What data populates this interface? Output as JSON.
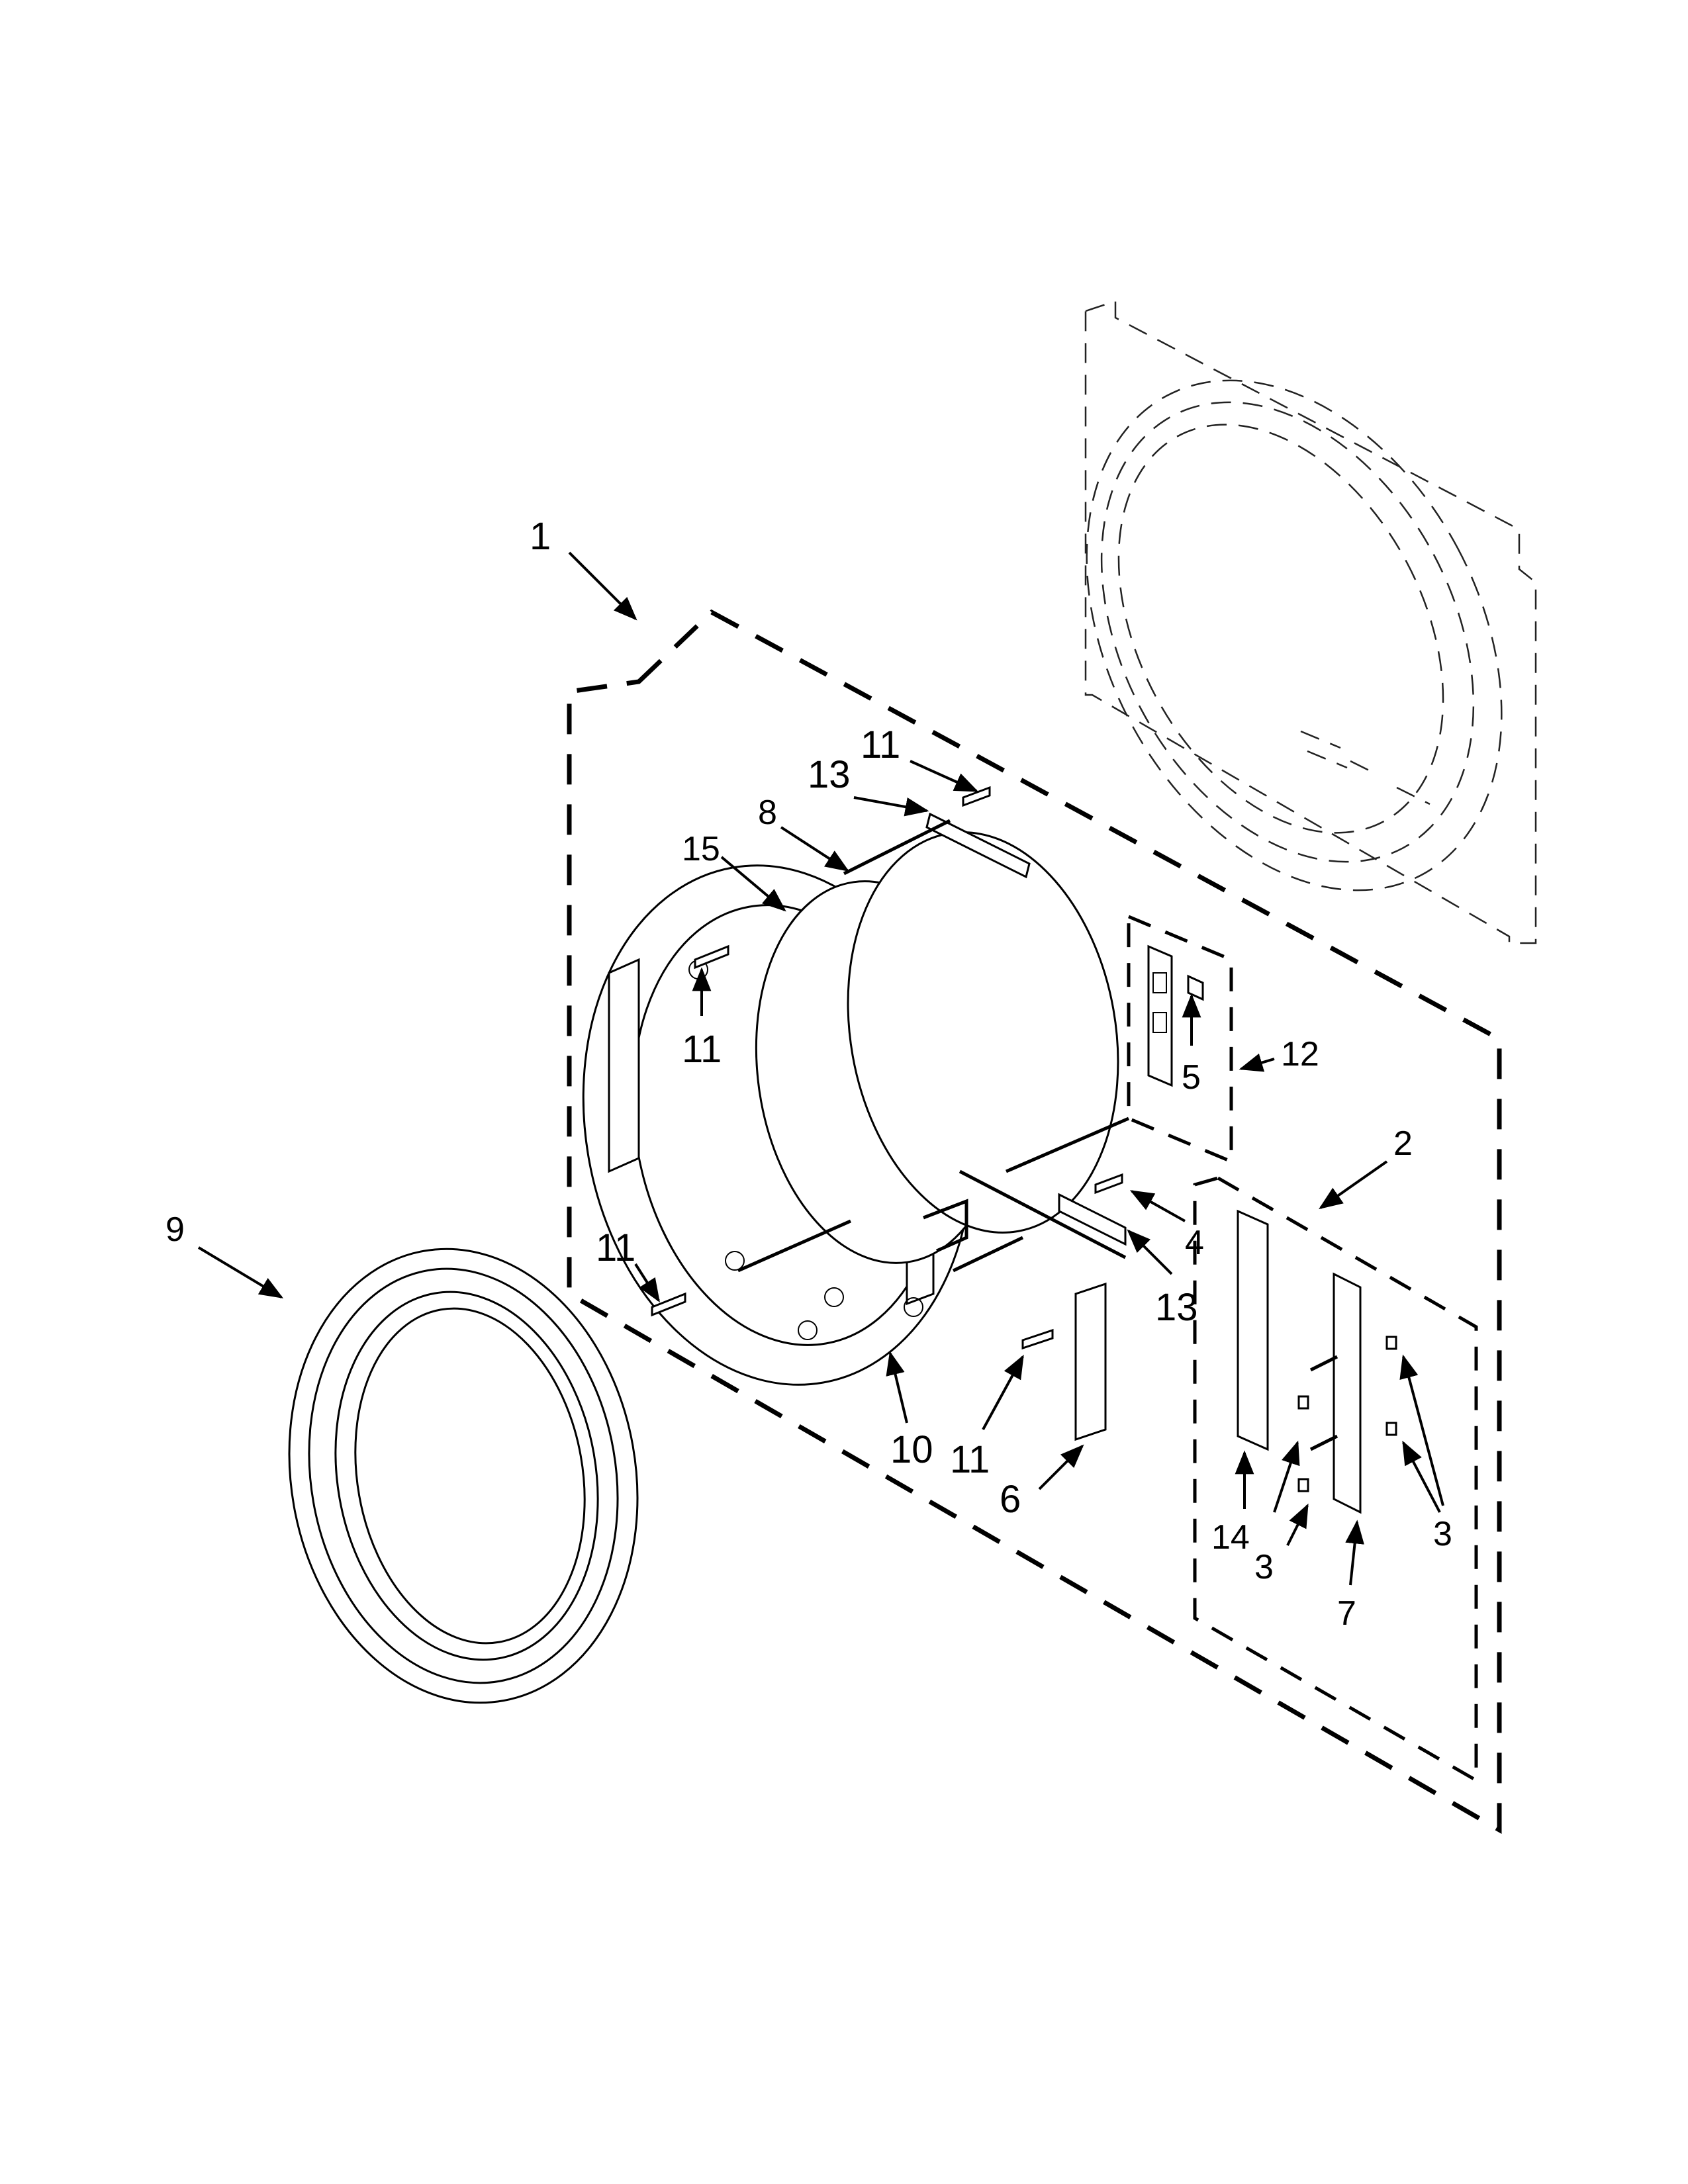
{
  "callouts": [
    {
      "id": "1",
      "label": "1"
    },
    {
      "id": "2",
      "label": "2"
    },
    {
      "id": "3a",
      "label": "3"
    },
    {
      "id": "3b",
      "label": "3"
    },
    {
      "id": "4",
      "label": "4"
    },
    {
      "id": "5",
      "label": "5"
    },
    {
      "id": "6",
      "label": "6"
    },
    {
      "id": "7",
      "label": "7"
    },
    {
      "id": "8",
      "label": "8"
    },
    {
      "id": "9",
      "label": "9"
    },
    {
      "id": "10",
      "label": "10"
    },
    {
      "id": "11a",
      "label": "11"
    },
    {
      "id": "11b",
      "label": "11"
    },
    {
      "id": "11c",
      "label": "11"
    },
    {
      "id": "11d",
      "label": "11"
    },
    {
      "id": "12",
      "label": "12"
    },
    {
      "id": "13a",
      "label": "13"
    },
    {
      "id": "13b",
      "label": "13"
    },
    {
      "id": "14",
      "label": "14"
    },
    {
      "id": "15",
      "label": "15"
    }
  ]
}
